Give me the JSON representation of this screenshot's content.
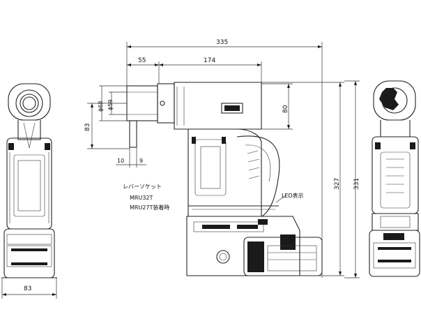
{
  "dimensions": {
    "overall_length": "335",
    "head_offset": "55",
    "body_length": "174",
    "socket_dia_68": "ϕ68",
    "socket_dia_59": "ϕ59",
    "height_83_left": "83",
    "center_height": "80",
    "reaction_10": "10",
    "reaction_9": "9",
    "height_327": "327",
    "height_331": "331",
    "width_83": "83"
  },
  "labels": {
    "socket_line1": "レバーソケット",
    "socket_line2": "MRU32T",
    "socket_line3": "MRU27T装着時",
    "led_label": "LED表示"
  },
  "colors": {
    "line": "#222222",
    "fill_dark": "#1a1a1a"
  }
}
